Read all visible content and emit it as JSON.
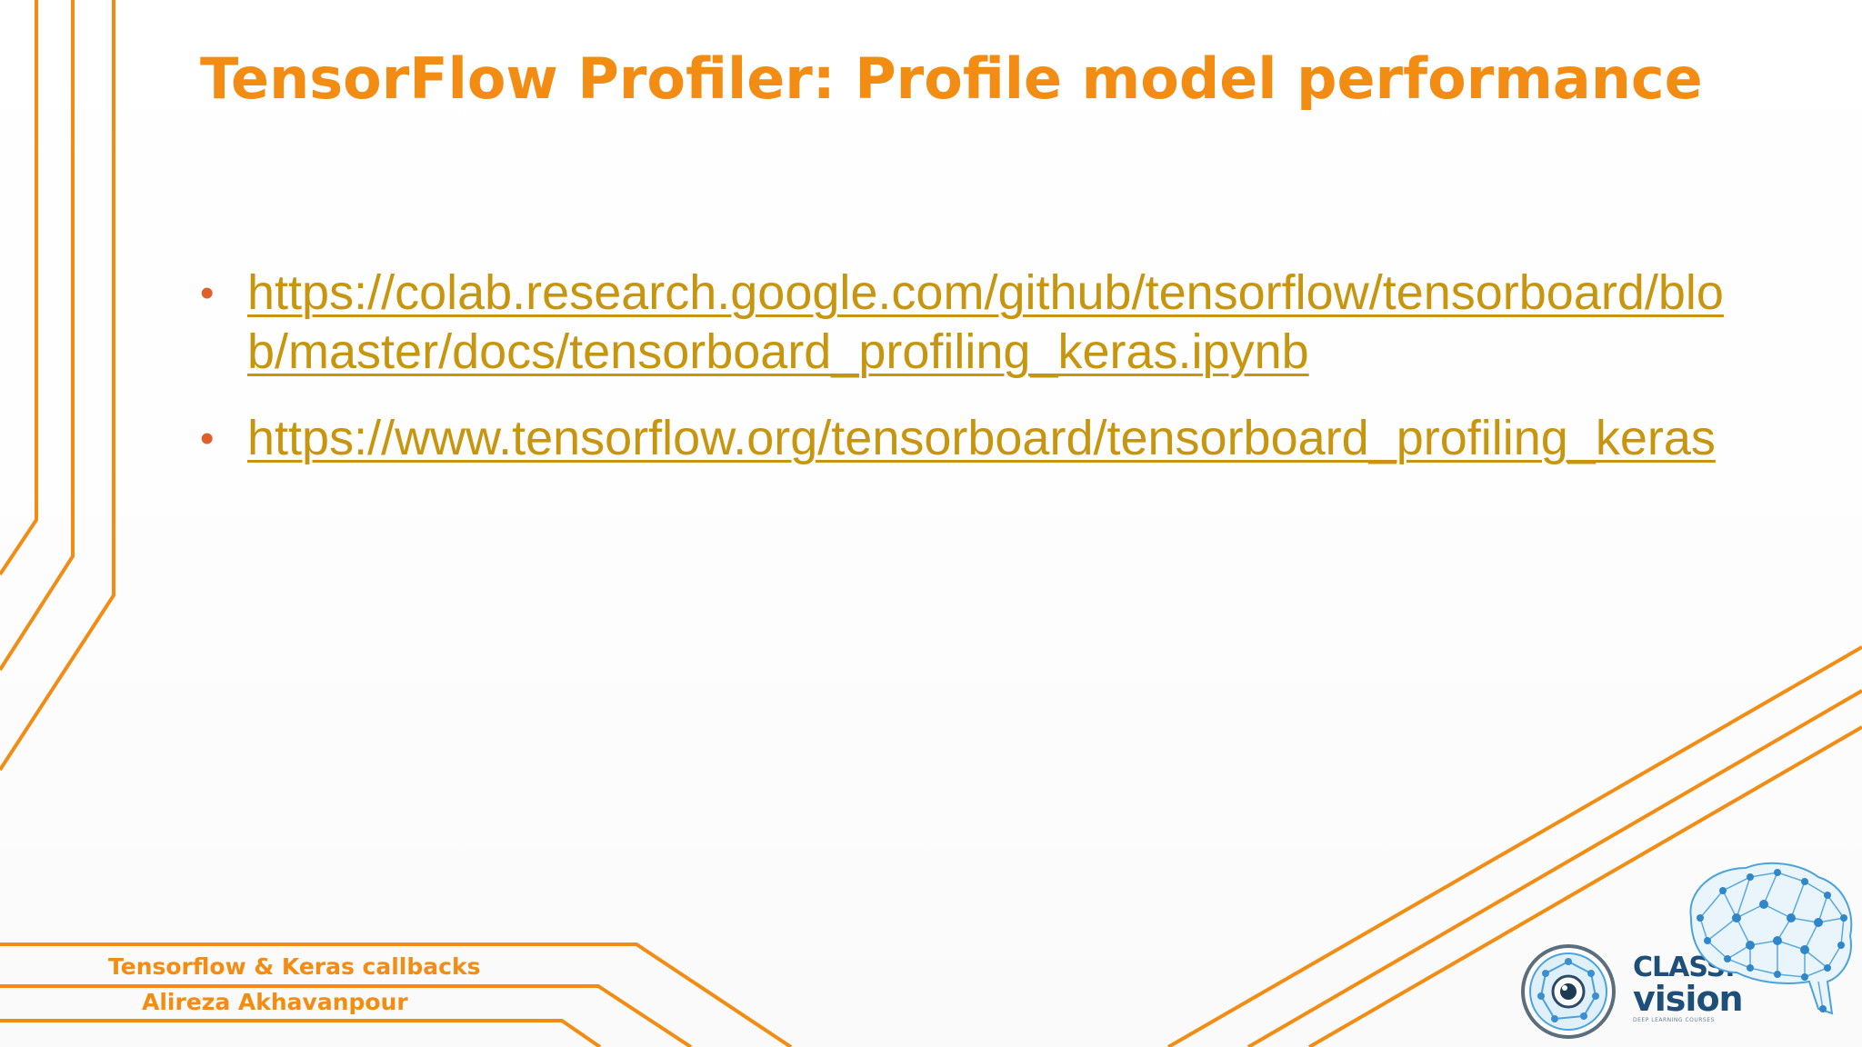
{
  "slide": {
    "title": "TensorFlow Profiler: Profile model performance",
    "links": [
      {
        "url": "https://colab.research.google.com/github/tensorflow/tensorboard/blob/master/docs/tensorboard_profiling_keras.ipynb"
      },
      {
        "url": "https://www.tensorflow.org/tensorboard/tensorboard_profiling_keras"
      }
    ],
    "bullet_glyph": "•"
  },
  "footer": {
    "course": "Tensorflow & Keras callbacks",
    "author": "Alireza Akhavanpour"
  },
  "logo": {
    "line1": "CLASS.",
    "line2": "vision",
    "tagline": "DEEP LEARNING COURSES"
  },
  "colors": {
    "accent": "#f28c13",
    "link": "#c8950f",
    "bullet": "#e0602a",
    "logo_blue": "#1e4f7a"
  }
}
